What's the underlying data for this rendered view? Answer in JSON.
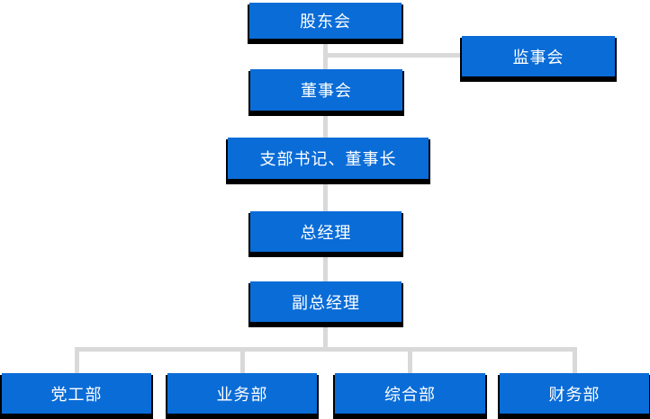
{
  "org": {
    "nodes": {
      "shareholders": {
        "label": "股东会"
      },
      "supervisory": {
        "label": "监事会"
      },
      "board": {
        "label": "董事会"
      },
      "secretary_chairman": {
        "label": "支部书记、董事长"
      },
      "general_manager": {
        "label": "总经理"
      },
      "deputy_general_manager": {
        "label": "副总经理"
      },
      "party_work_dept": {
        "label": "党工部"
      },
      "business_dept": {
        "label": "业务部"
      },
      "general_affairs_dept": {
        "label": "综合部"
      },
      "finance_dept": {
        "label": "财务部"
      }
    },
    "colors": {
      "node_fill": "#0a6cd7",
      "node_text": "#ffffff",
      "node_shadow": "#000000",
      "connector": "#d9d9d9",
      "background": "#ffffff"
    }
  }
}
